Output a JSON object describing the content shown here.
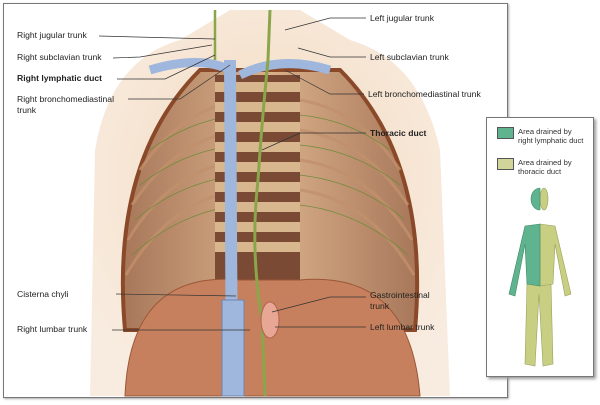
{
  "labels_left": [
    {
      "text": "Right jugular trunk"
    },
    {
      "text": "Right subclavian trunk"
    },
    {
      "text": "Right lymphatic duct"
    },
    {
      "text": "Right bronchomediastinal",
      "text2": "trunk"
    },
    {
      "text": "Cisterna chyli"
    },
    {
      "text": "Right lumbar trunk"
    }
  ],
  "labels_right": [
    {
      "text": "Left jugular trunk"
    },
    {
      "text": "Left subclavian trunk"
    },
    {
      "text": "Left bronchomediastinal trunk"
    },
    {
      "text": "Thoracic duct"
    },
    {
      "text": "Gastrointestinal",
      "text2": "trunk"
    },
    {
      "text": "Left lumbar trunk"
    }
  ],
  "legend": {
    "items": [
      {
        "label": "Area drained by right lymphatic duct",
        "color": "#5fb38f"
      },
      {
        "label": "Area drained by thoracic duct",
        "color": "#d2d59a"
      }
    ]
  },
  "colors": {
    "skin": "#f1d3b4",
    "lymph": "#8aa54a",
    "vein": "#9fb6dd",
    "muscle": "#c98a66"
  }
}
